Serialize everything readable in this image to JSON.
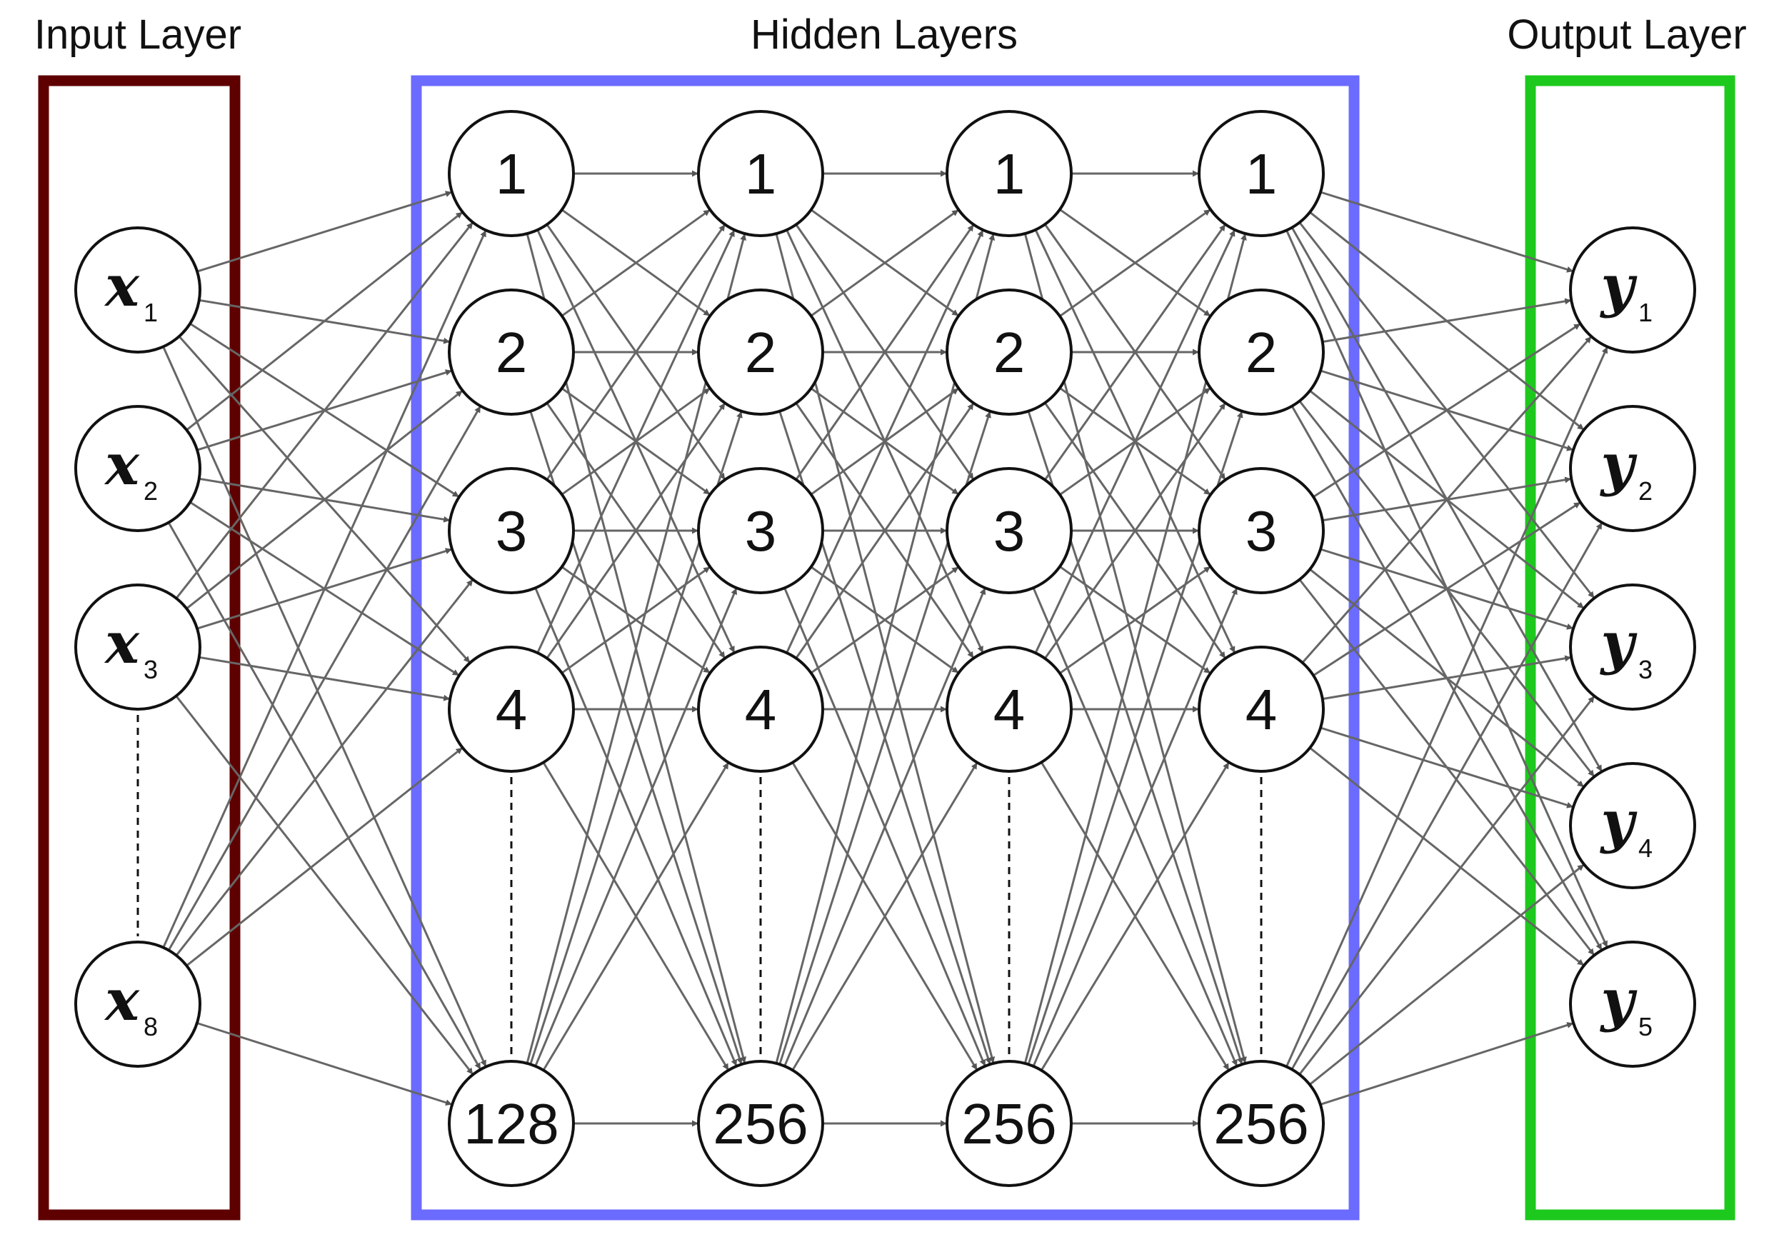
{
  "colors": {
    "input_box": "#5e0000",
    "hidden_box": "#6b6bff",
    "output_box": "#1dc91d",
    "edge": "#666666",
    "node_stroke": "#111111"
  },
  "layers": [
    {
      "id": "input",
      "title": "Input Layer",
      "nodes": [
        {
          "main": "x",
          "sub": "1"
        },
        {
          "main": "x",
          "sub": "2"
        },
        {
          "main": "x",
          "sub": "3"
        },
        {
          "main": "x",
          "sub": "8"
        }
      ]
    },
    {
      "id": "hidden",
      "title": "Hidden Layers",
      "columns": [
        {
          "nodes": [
            "1",
            "2",
            "3",
            "4",
            "128"
          ]
        },
        {
          "nodes": [
            "1",
            "2",
            "3",
            "4",
            "256"
          ]
        },
        {
          "nodes": [
            "1",
            "2",
            "3",
            "4",
            "256"
          ]
        },
        {
          "nodes": [
            "1",
            "2",
            "3",
            "4",
            "256"
          ]
        }
      ]
    },
    {
      "id": "output",
      "title": "Output Layer",
      "nodes": [
        {
          "main": "y",
          "sub": "1"
        },
        {
          "main": "y",
          "sub": "2"
        },
        {
          "main": "y",
          "sub": "3"
        },
        {
          "main": "y",
          "sub": "4"
        },
        {
          "main": "y",
          "sub": "5"
        }
      ]
    }
  ]
}
